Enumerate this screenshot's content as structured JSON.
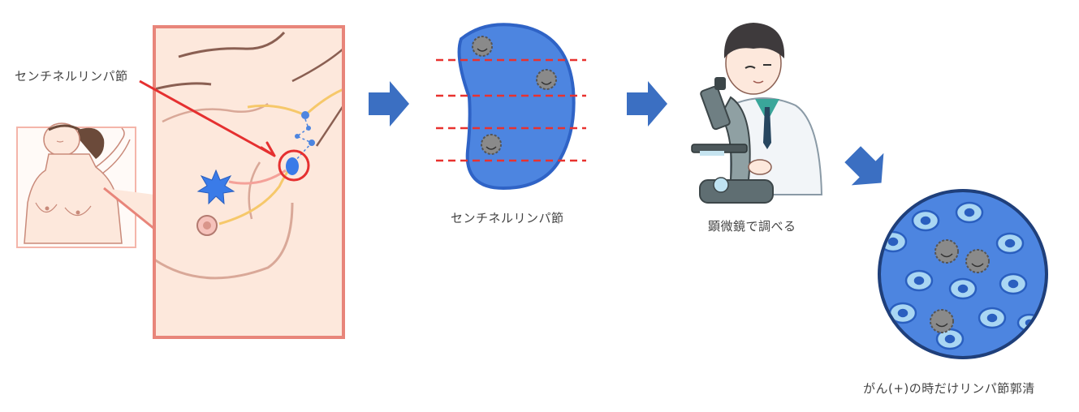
{
  "labels": {
    "sentinel_callout": "センチネルリンパ節",
    "node_caption": "センチネルリンパ節",
    "microscope_caption": "顕微鏡で調べる",
    "dissection_caption": "がん(+)の時だけリンパ節郭清"
  },
  "colors": {
    "frame": "#e8857a",
    "skin": "#fde8dc",
    "arrow_blue": "#3b6fc2",
    "node_blue": "#4d85e0",
    "cut_line": "#e8322f",
    "callout_red": "#e53030",
    "lymph_yellow": "#f6c86a",
    "tumor_blue": "#3a7be8"
  },
  "icons": [
    "flow-arrow-icon",
    "tumor-star-icon",
    "cancer-cell-icon",
    "microscope-icon",
    "doctor-icon"
  ]
}
